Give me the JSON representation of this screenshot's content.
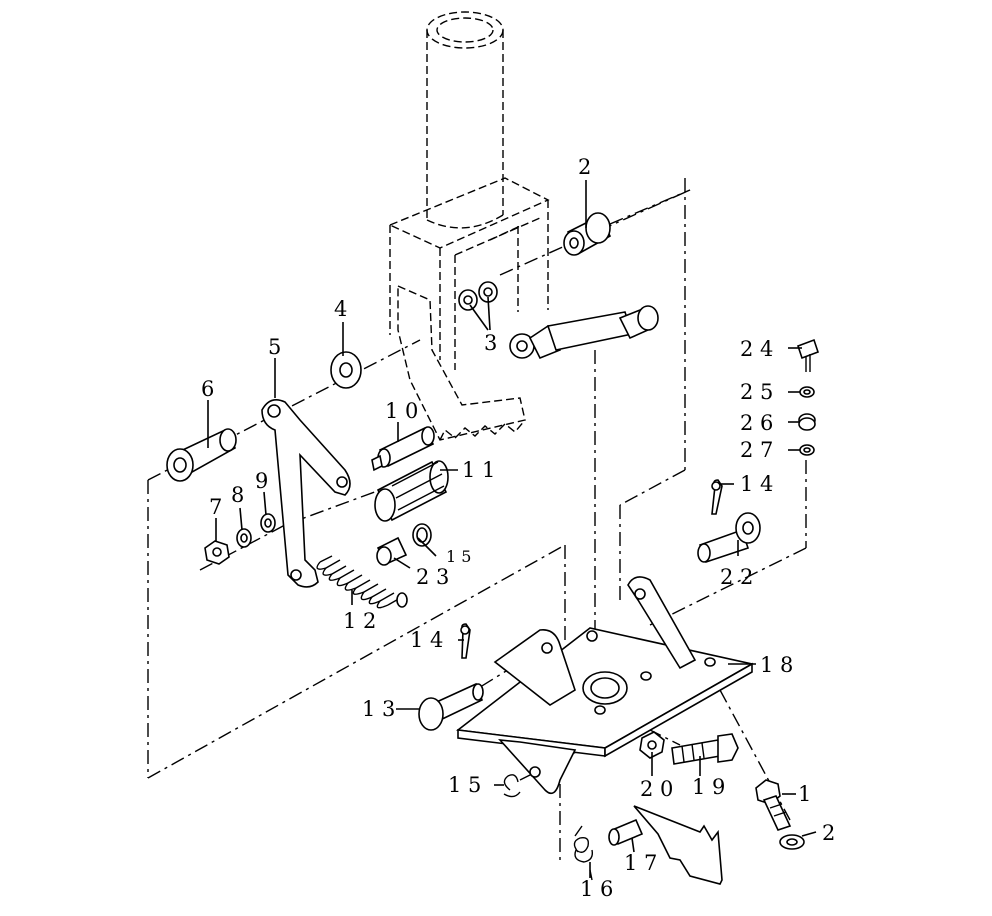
{
  "callouts": [
    {
      "id": "c2a",
      "label": "2"
    },
    {
      "id": "c3a",
      "label": "3"
    },
    {
      "id": "c4",
      "label": "4"
    },
    {
      "id": "c5",
      "label": "5"
    },
    {
      "id": "c6",
      "label": "6"
    },
    {
      "id": "c7",
      "label": "7"
    },
    {
      "id": "c8",
      "label": "8"
    },
    {
      "id": "c9",
      "label": "9"
    },
    {
      "id": "c10",
      "label": "1 0"
    },
    {
      "id": "c11",
      "label": "1 1"
    },
    {
      "id": "c12",
      "label": "1 2"
    },
    {
      "id": "c13",
      "label": "1 3"
    },
    {
      "id": "c14a",
      "label": "1 4"
    },
    {
      "id": "c14b",
      "label": "1 4"
    },
    {
      "id": "c15a",
      "label": "1 5"
    },
    {
      "id": "c15b",
      "label": "1 5"
    },
    {
      "id": "c16",
      "label": "1 6"
    },
    {
      "id": "c17",
      "label": "1 7"
    },
    {
      "id": "c18",
      "label": "1 8"
    },
    {
      "id": "c19",
      "label": "1 9"
    },
    {
      "id": "c20",
      "label": "2 0"
    },
    {
      "id": "c1b",
      "label": "1"
    },
    {
      "id": "c2b",
      "label": "2"
    },
    {
      "id": "c22",
      "label": "2 2"
    },
    {
      "id": "c23",
      "label": "2 3"
    },
    {
      "id": "c24",
      "label": "2 4"
    },
    {
      "id": "c25",
      "label": "2 5"
    },
    {
      "id": "c26",
      "label": "2 6"
    },
    {
      "id": "c27",
      "label": "2 7"
    }
  ]
}
